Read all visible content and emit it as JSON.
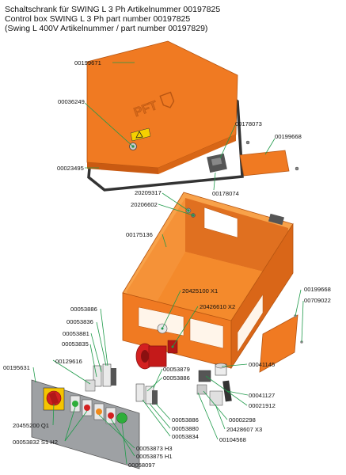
{
  "title": {
    "line1": "Schaltschrank für SWING L 3 Ph Artikelnummer 00197825",
    "line2": "Control box SWING L 3 Ph part number 00197825",
    "line3": "(Swing L 400V Artikelnummer / part number 00197829)"
  },
  "lid": {
    "logo": "PFT"
  },
  "labels": {
    "l00199671": "00199671",
    "l00036249": "00036249",
    "l00023495": "00023495",
    "l00178073": "00178073",
    "l00199668a": "00199668",
    "l00178074": "00178074",
    "l20209317": "20209317",
    "l20206602": "20206602",
    "l00175136": "00175136",
    "l20425100": "20425100 X1",
    "l20426610": "20426610 X2",
    "l00199668b": "00199668",
    "l00709022": "00709022",
    "l00053886a": "00053886",
    "l00053836": "00053836",
    "l00053881": "00053881",
    "l00053835": "00053835",
    "l00195631": "00195631",
    "l00129616": "00129616",
    "l00053879": "00053879",
    "l00053886b": "00053886",
    "l00041145": "00041145",
    "l00041127": "00041127",
    "l00021912": "00021912",
    "l20455200": "20455200 Q1",
    "l00053886c": "00053886",
    "l00053880": "00053880",
    "l00053834": "00053834",
    "l00002298": "00002298",
    "l20428607": "20428607 X3",
    "l00104568": "00104568",
    "l00053832": "00053832 S1 H2",
    "l00053873": "00053873 H3",
    "l00053875": "00053875 H1",
    "l00058097": "00058097"
  },
  "colors": {
    "orange": "#f07a22",
    "orange_dark": "#c95a12",
    "orange_light": "#f8a24a",
    "leader": "#1f9a4a",
    "panel": "#9ea1a4",
    "red_component": "#d32020"
  }
}
